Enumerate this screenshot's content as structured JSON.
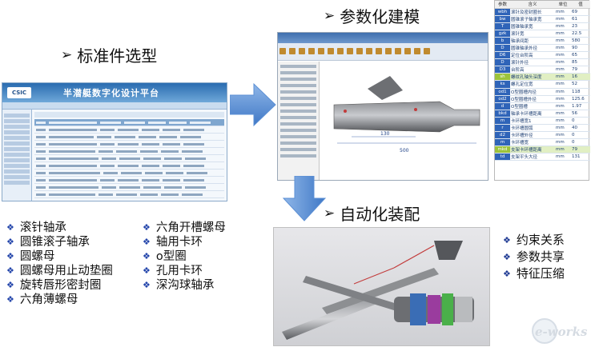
{
  "headings": {
    "standard_parts": "标准件选型",
    "parametric_modeling": "参数化建模",
    "auto_assembly": "自动化装配"
  },
  "portal": {
    "logo": "CSIC",
    "title": "半潜艇数字化设计平台"
  },
  "params_table": {
    "headers": [
      "参数",
      "含义",
      "单位",
      "值"
    ],
    "rows": [
      {
        "sym": "wbh",
        "name": "滚针及密封圈长",
        "unit": "mm",
        "val": "69"
      },
      {
        "sym": "bw",
        "name": "圆锥滚子轴承宽",
        "unit": "mm",
        "val": "61"
      },
      {
        "sym": "T",
        "name": "圆锥轴承宽",
        "unit": "mm",
        "val": "23"
      },
      {
        "sym": "gzk",
        "name": "滚针宽",
        "unit": "mm",
        "val": "22.5"
      },
      {
        "sym": "b",
        "name": "轴承间距",
        "unit": "mm",
        "val": "580"
      },
      {
        "sym": "D",
        "name": "圆锥轴承外径",
        "unit": "mm",
        "val": "90"
      },
      {
        "sym": "D6",
        "name": "定位台阶高",
        "unit": "mm",
        "val": "65"
      },
      {
        "sym": "D",
        "name": "滚针外径",
        "unit": "mm",
        "val": "85"
      },
      {
        "sym": "D3",
        "name": "台阶高",
        "unit": "mm",
        "val": "79"
      },
      {
        "sym": "sh",
        "name": "螺纹孔轴头深度",
        "unit": "mm",
        "val": "16"
      },
      {
        "sym": "ks",
        "name": "螺孔定位宽",
        "unit": "mm",
        "val": "52"
      },
      {
        "sym": "od1",
        "name": "O型圈槽内径",
        "unit": "mm",
        "val": "118"
      },
      {
        "sym": "od2",
        "name": "O型圈槽外径",
        "unit": "mm",
        "val": "125.6"
      },
      {
        "sym": "d",
        "name": "O型圈槽",
        "unit": "mm",
        "val": "1.97"
      },
      {
        "sym": "bkd",
        "name": "轴承卡环槽距离",
        "unit": "mm",
        "val": "56"
      },
      {
        "sym": "m",
        "name": "卡环槽宽1",
        "unit": "mm",
        "val": "0"
      },
      {
        "sym": "r",
        "name": "卡环槽圆弧",
        "unit": "mm",
        "val": "40"
      },
      {
        "sym": "d2",
        "name": "卡环槽外径",
        "unit": "mm",
        "val": "0"
      },
      {
        "sym": "m",
        "name": "卡环槽宽",
        "unit": "mm",
        "val": "0"
      },
      {
        "sym": "mkd",
        "name": "支架卡环槽距离",
        "unit": "mm",
        "val": "79"
      },
      {
        "sym": "td",
        "name": "支架平头大径",
        "unit": "mm",
        "val": "131"
      }
    ]
  },
  "parts_left": [
    "滚针轴承",
    "圆锥滚子轴承",
    "圆螺母",
    "圆螺母用止动垫圈",
    "旋转唇形密封圈",
    "六角薄螺母"
  ],
  "parts_right": [
    "六角开槽螺母",
    "轴用卡环",
    "o型圈",
    "孔用卡环",
    "深沟球轴承"
  ],
  "assembly_features": [
    "约束关系",
    "参数共享",
    "特征压缩"
  ],
  "cad": {
    "dims": [
      "130",
      "500"
    ]
  },
  "watermark": "e-works",
  "colors": {
    "arrow_blue": "#5b8fd4",
    "param_sym_blue": "#2f64b8",
    "param_highlight": "#9cc33b"
  }
}
